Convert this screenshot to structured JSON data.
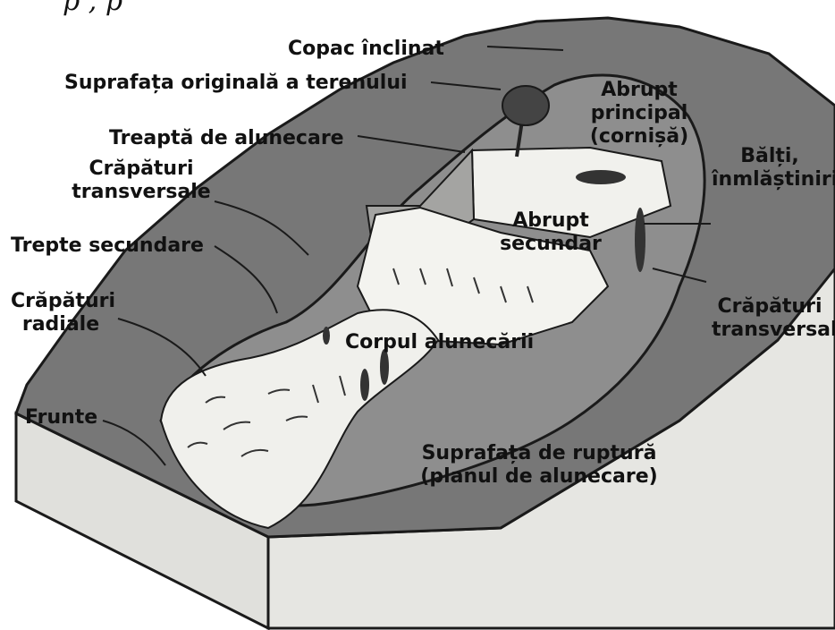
{
  "header_fragment": "p                        , p",
  "labels": {
    "copac_inclinat": "Copac înclinat",
    "suprafata_originala": "Suprafața originală a terenului",
    "abrupt_principal_l1": "Abrupt",
    "abrupt_principal_l2": "principal",
    "abrupt_principal_l3": "(cornișă)",
    "treapta": "Treaptă de alunecare",
    "balti_l1": "Bălți,",
    "balti_l2": "înmlăștiniri",
    "crapaturi_transv_left_l1": "Crăpături",
    "crapaturi_transv_left_l2": "transversale",
    "abrupt_secundar_l1": "Abrupt",
    "abrupt_secundar_l2": "secundar",
    "trepte_secundare": "Trepte secundare",
    "crapaturi_radiale_l1": "Crăpături",
    "crapaturi_radiale_l2": "radiale",
    "crapaturi_transv_right_l1": "Crăpături",
    "crapaturi_transv_right_l2": "transversale",
    "corpul": "Corpul alunecării",
    "frunte": "Frunte",
    "suprafata_ruptura_l1": "Suprafața de ruptură",
    "suprafata_ruptura_l2": "(planul de alunecare)"
  },
  "colors": {
    "terrain_top": "#7a7a7a",
    "terrain_side": "#e2e2de",
    "scarp": "#9a9a98",
    "slide_body": "#f2f2ee",
    "rupture_surface": "#8c8c8c",
    "outline": "#1a1a1a"
  }
}
